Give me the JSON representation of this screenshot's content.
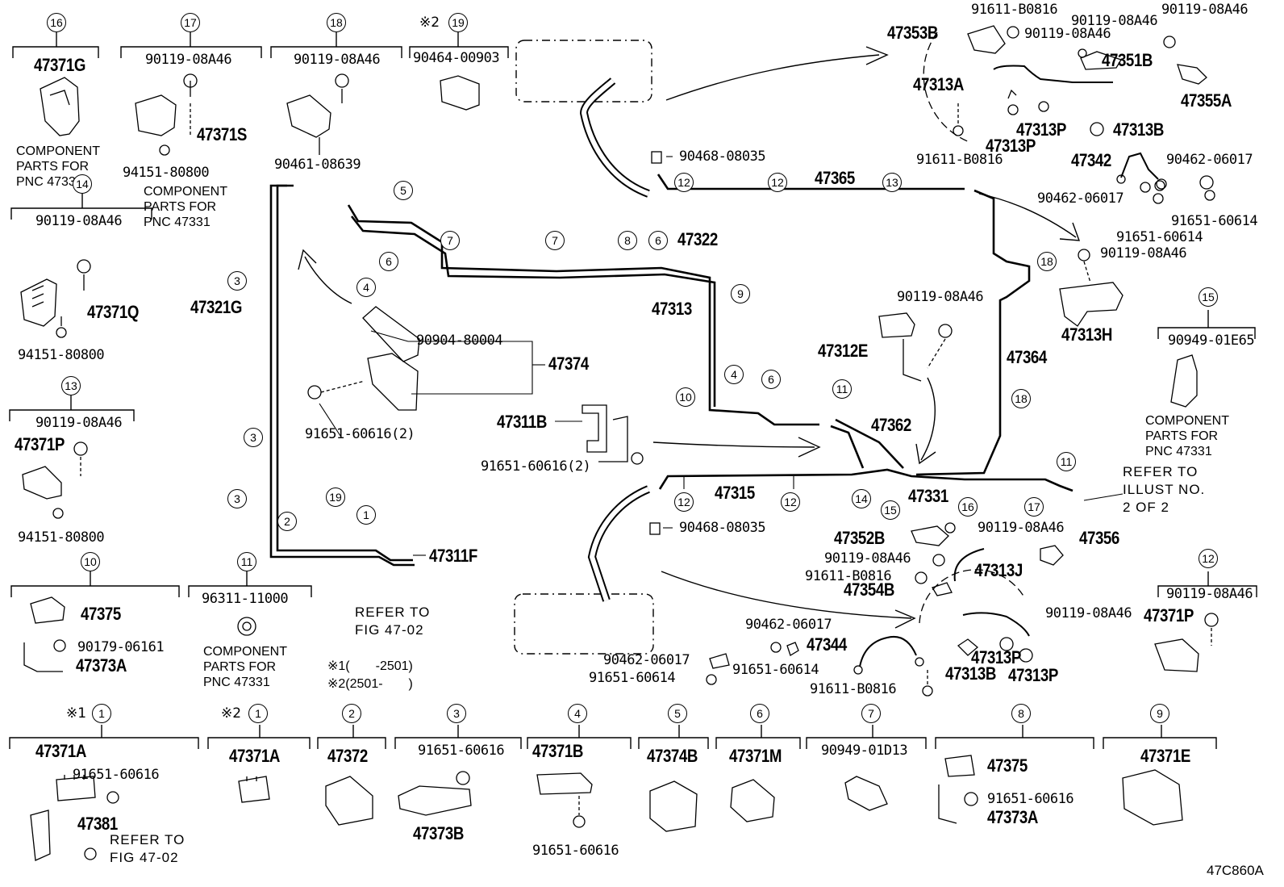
{
  "diagram_id": "47C860A",
  "footnotes": {
    "n1": "※1(　　-2501)",
    "n2": "※2(2501-　　)"
  },
  "notes": {
    "component_parts": "COMPONENT\nPARTS FOR\nPNC 47331",
    "refer_fig": "REFER TO\nFIG 47-02",
    "refer_illust": "REFER TO\nILLUST NO.\n2 OF 2"
  },
  "insets": {
    "i16": {
      "num": "16",
      "main": "47371G"
    },
    "i17": {
      "num": "17",
      "a": "90119-08A46",
      "b": "47371S",
      "c": "94151-80800"
    },
    "i18": {
      "num": "18",
      "a": "90119-08A46",
      "b": "90461-08639"
    },
    "i19": {
      "num": "19",
      "mark": "※2",
      "a": "90464-00903"
    },
    "i14": {
      "num": "14",
      "a": "90119-08A46",
      "b": "47371Q",
      "c": "94151-80800"
    },
    "i13": {
      "num": "13",
      "a": "90119-08A46",
      "b": "47371P",
      "c": "94151-80800"
    },
    "i10": {
      "num": "10",
      "a": "47375",
      "b": "90179-06161",
      "c": "47373A"
    },
    "i11": {
      "num": "11",
      "a": "96311-11000"
    },
    "i15": {
      "num": "15",
      "a": "90949-01E65"
    },
    "i12": {
      "num": "12",
      "a": "90119-08A46",
      "b": "47371P"
    },
    "b1a": {
      "num": "1",
      "mark": "※1",
      "a": "47371A",
      "b": "91651-60616",
      "c": "47381"
    },
    "b1b": {
      "num": "1",
      "mark": "※2",
      "a": "47371A"
    },
    "b2": {
      "num": "2",
      "a": "47372"
    },
    "b3": {
      "num": "3",
      "a": "91651-60616",
      "b": "47373B"
    },
    "b4": {
      "num": "4",
      "a": "47371B",
      "b": "91651-60616"
    },
    "b5": {
      "num": "5",
      "a": "47374B"
    },
    "b6": {
      "num": "6",
      "a": "47371M"
    },
    "b7": {
      "num": "7",
      "a": "90949-01D13"
    },
    "b8": {
      "num": "8",
      "a": "47375",
      "b": "91651-60616",
      "c": "47373A"
    },
    "b9": {
      "num": "9",
      "a": "47371E"
    }
  },
  "main": {
    "p47321G": "47321G",
    "p47322": "47322",
    "p47313": "47313",
    "p90904": "90904-80004",
    "p47374": "47374",
    "p91651a": "91651-60616(2)",
    "p47311B": "47311B",
    "p91651b": "91651-60616(2)",
    "p47311F": "47311F",
    "p90468a": "90468-08035",
    "p47365": "47365",
    "p90468b": "90468-08035",
    "p47315": "47315",
    "p47331": "47331",
    "p47362": "47362",
    "p47364": "47364",
    "p47312E": "47312E",
    "p90119a": "90119-08A46",
    "p47353B": "47353B",
    "p91611a": "91611-B0816",
    "p90119b": "90119-08A46",
    "p90119c": "90119-08A46",
    "p47351B": "47351B",
    "p47313A": "47313A",
    "p47355A": "47355A",
    "p47313Pa": "47313P",
    "p47313Ba": "47313B",
    "p47313Pb": "47313P",
    "p91611b": "91611-B0816",
    "p47342": "47342",
    "p90462a": "90462-06017",
    "p90462b": "90462-06017",
    "p91651c": "91651-60614",
    "p91651d": "91651-60614",
    "p90119d": "90119-08A46",
    "p47313H": "47313H",
    "p47352B": "47352B",
    "p90119e": "90119-08A46",
    "p47356": "47356",
    "p90119f": "90119-08A46",
    "p91611c": "91611-B0816",
    "p47313J": "47313J",
    "p47354B": "47354B",
    "p90119g": "90119-08A46",
    "p90462c": "90462-06017",
    "p47344": "47344",
    "p90462d": "90462-06017",
    "p91651e": "91651-60614",
    "p91651f": "91651-60614",
    "p47313Pc": "47313P",
    "p47313Bb": "47313B",
    "p47313Pd": "47313P",
    "p91611d": "91611-B0816"
  },
  "callouts": [
    "1",
    "2",
    "3",
    "4",
    "5",
    "6",
    "7",
    "8",
    "9",
    "10",
    "11",
    "12",
    "13",
    "14",
    "15",
    "16",
    "17",
    "18",
    "19"
  ]
}
